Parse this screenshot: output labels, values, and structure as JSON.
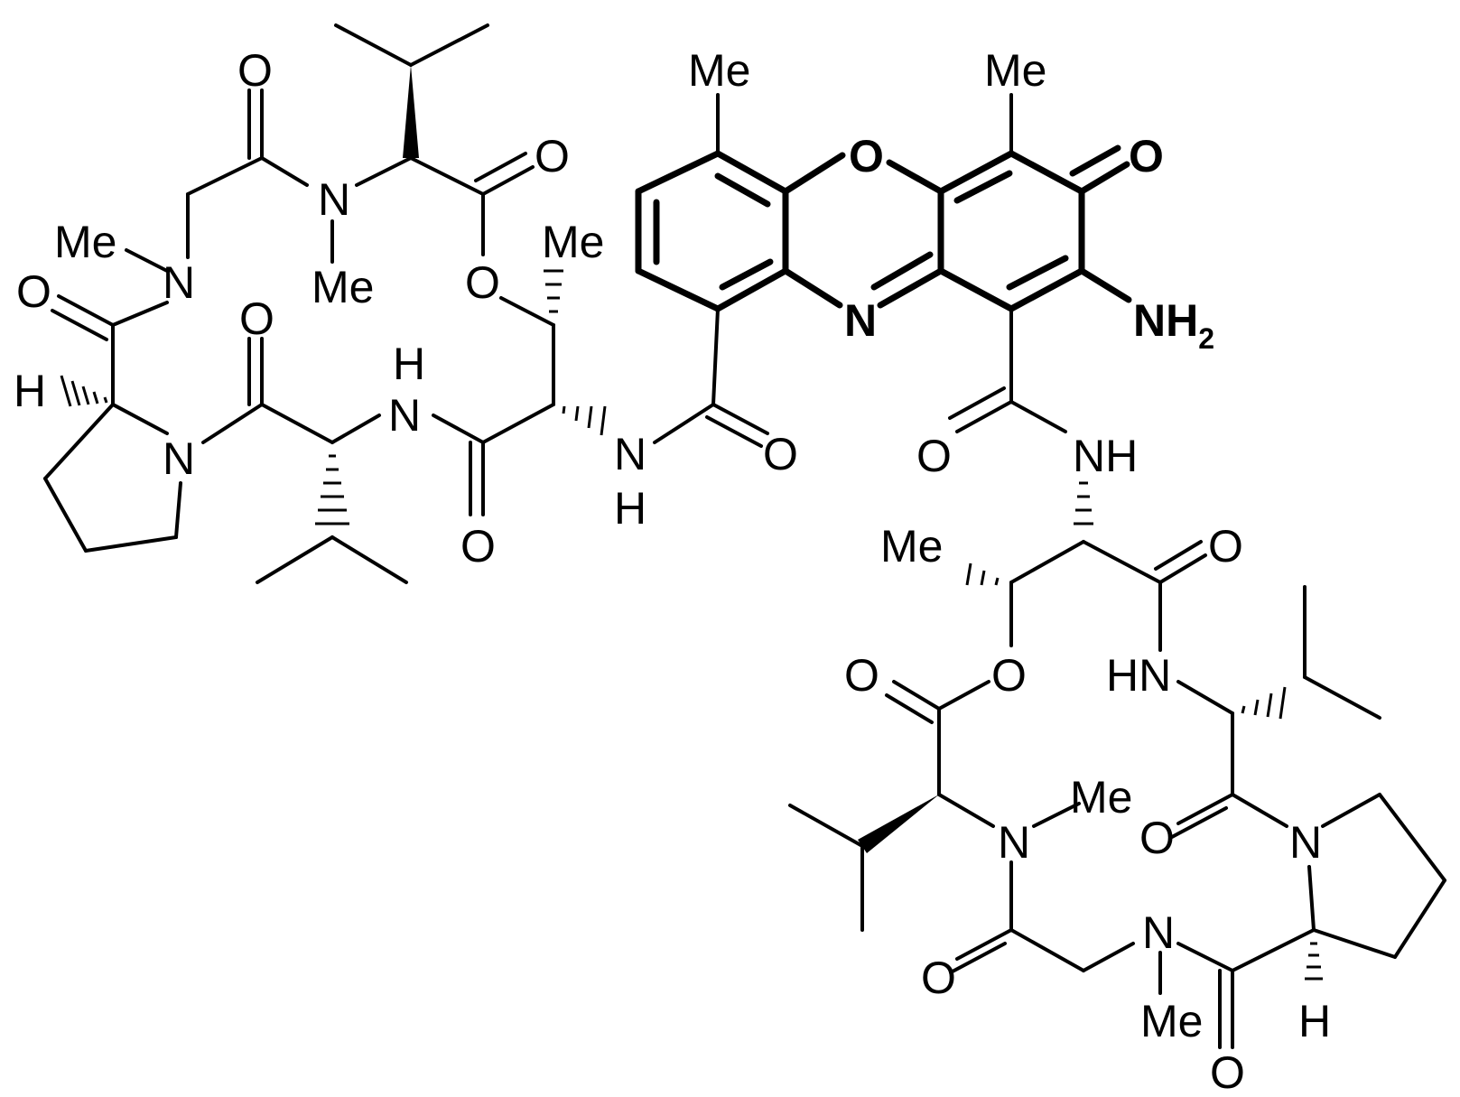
{
  "molecule": {
    "name": "",
    "chromophore": {
      "methyl_left": "Me",
      "methyl_right": "Me",
      "ring_oxygen": "O",
      "ring_nitrogen": "N",
      "ketone_oxygen": "O",
      "amino": "NH",
      "amino_sub": "2"
    },
    "upper_left_ring": {
      "sarcosine_N": "N",
      "sarcosine_Me": "Me",
      "meval_N": "N",
      "meval_Me": "Me",
      "ester_O_carbonyl": "O",
      "ester_O_ring": "O",
      "thr_Me": "Me",
      "gly_carbonyl_O": "O",
      "pro_carbonyl_O": "O",
      "pro_H": "H",
      "pro_N": "N",
      "val_carbonyl_O": "O",
      "val_NH_N": "N",
      "val_NH_H": "H",
      "thr_carbonyl_O": "O",
      "amide_N": "N",
      "amide_H": "H",
      "amide_O": "O"
    },
    "lower_right_ring": {
      "amide_O": "O",
      "amide_NH": "NH",
      "thr_Me": "Me",
      "thr_carbonyl_O": "O",
      "ester_O_ring": "O",
      "ester_O_carbonyl": "O",
      "val_HN": "HN",
      "meval_N": "N",
      "meval_Me": "Me",
      "pro_carbonyl_O": "O",
      "pro_N": "N",
      "sar_N": "N",
      "sar_Me": "Me",
      "gly_O": "O",
      "pro_H": "H",
      "last_O": "O"
    }
  }
}
